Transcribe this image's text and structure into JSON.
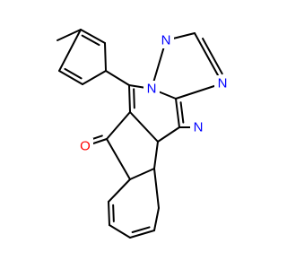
{
  "structure": {
    "atom_labels": [
      {
        "id": "N1",
        "text": "N",
        "color": "#0000ff"
      },
      {
        "id": "N2",
        "text": "N",
        "color": "#0000ff"
      },
      {
        "id": "N3",
        "text": "N",
        "color": "#0000ff"
      },
      {
        "id": "N4",
        "text": "N",
        "color": "#0000ff"
      },
      {
        "id": "O1",
        "text": "O",
        "color": "#ff0000"
      }
    ],
    "bond_color": "#000000",
    "background": "#ffffff"
  }
}
